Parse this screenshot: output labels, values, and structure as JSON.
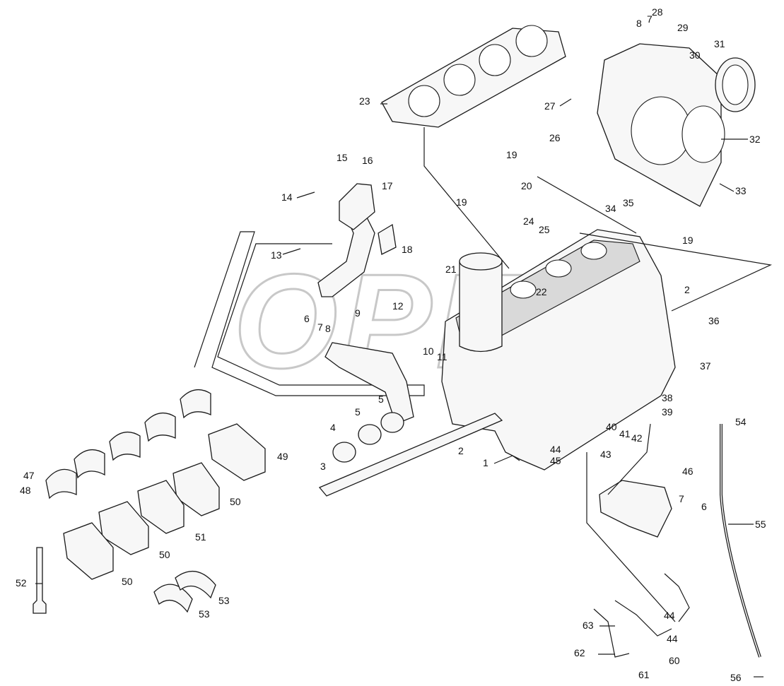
{
  "watermark": "OPEX",
  "callouts": [
    {
      "id": "c1",
      "text": "1"
    },
    {
      "id": "c2a",
      "text": "2"
    },
    {
      "id": "c2b",
      "text": "2"
    },
    {
      "id": "c3",
      "text": "3"
    },
    {
      "id": "c4",
      "text": "4"
    },
    {
      "id": "c5a",
      "text": "5"
    },
    {
      "id": "c5b",
      "text": "5"
    },
    {
      "id": "c6a",
      "text": "6"
    },
    {
      "id": "c6b",
      "text": "6"
    },
    {
      "id": "c7a",
      "text": "7"
    },
    {
      "id": "c7b",
      "text": "7"
    },
    {
      "id": "c7c",
      "text": "7"
    },
    {
      "id": "c8a",
      "text": "8"
    },
    {
      "id": "c8b",
      "text": "8"
    },
    {
      "id": "c9",
      "text": "9"
    },
    {
      "id": "c10",
      "text": "10"
    },
    {
      "id": "c11",
      "text": "11"
    },
    {
      "id": "c12",
      "text": "12"
    },
    {
      "id": "c13",
      "text": "13"
    },
    {
      "id": "c14",
      "text": "14"
    },
    {
      "id": "c15",
      "text": "15"
    },
    {
      "id": "c16",
      "text": "16"
    },
    {
      "id": "c17",
      "text": "17"
    },
    {
      "id": "c18",
      "text": "18"
    },
    {
      "id": "c19a",
      "text": "19"
    },
    {
      "id": "c19b",
      "text": "19"
    },
    {
      "id": "c19c",
      "text": "19"
    },
    {
      "id": "c20",
      "text": "20"
    },
    {
      "id": "c21",
      "text": "21"
    },
    {
      "id": "c22",
      "text": "22"
    },
    {
      "id": "c23",
      "text": "23"
    },
    {
      "id": "c24",
      "text": "24"
    },
    {
      "id": "c25",
      "text": "25"
    },
    {
      "id": "c26",
      "text": "26"
    },
    {
      "id": "c27",
      "text": "27"
    },
    {
      "id": "c28",
      "text": "28"
    },
    {
      "id": "c29",
      "text": "29"
    },
    {
      "id": "c30",
      "text": "30"
    },
    {
      "id": "c31",
      "text": "31"
    },
    {
      "id": "c32",
      "text": "32"
    },
    {
      "id": "c33",
      "text": "33"
    },
    {
      "id": "c34",
      "text": "34"
    },
    {
      "id": "c35",
      "text": "35"
    },
    {
      "id": "c36",
      "text": "36"
    },
    {
      "id": "c37",
      "text": "37"
    },
    {
      "id": "c38",
      "text": "38"
    },
    {
      "id": "c39",
      "text": "39"
    },
    {
      "id": "c40",
      "text": "40"
    },
    {
      "id": "c41",
      "text": "41"
    },
    {
      "id": "c42",
      "text": "42"
    },
    {
      "id": "c43",
      "text": "43"
    },
    {
      "id": "c44a",
      "text": "44"
    },
    {
      "id": "c44b",
      "text": "44"
    },
    {
      "id": "c44c",
      "text": "44"
    },
    {
      "id": "c45",
      "text": "45"
    },
    {
      "id": "c46",
      "text": "46"
    },
    {
      "id": "c47",
      "text": "47"
    },
    {
      "id": "c48",
      "text": "48"
    },
    {
      "id": "c49",
      "text": "49"
    },
    {
      "id": "c50a",
      "text": "50"
    },
    {
      "id": "c50b",
      "text": "50"
    },
    {
      "id": "c50c",
      "text": "50"
    },
    {
      "id": "c51",
      "text": "51"
    },
    {
      "id": "c52",
      "text": "52"
    },
    {
      "id": "c53a",
      "text": "53"
    },
    {
      "id": "c53b",
      "text": "53"
    },
    {
      "id": "c54",
      "text": "54"
    },
    {
      "id": "c55",
      "text": "55"
    },
    {
      "id": "c56",
      "text": "56"
    },
    {
      "id": "c60",
      "text": "60"
    },
    {
      "id": "c61",
      "text": "61"
    },
    {
      "id": "c62",
      "text": "62"
    },
    {
      "id": "c63",
      "text": "63"
    }
  ]
}
